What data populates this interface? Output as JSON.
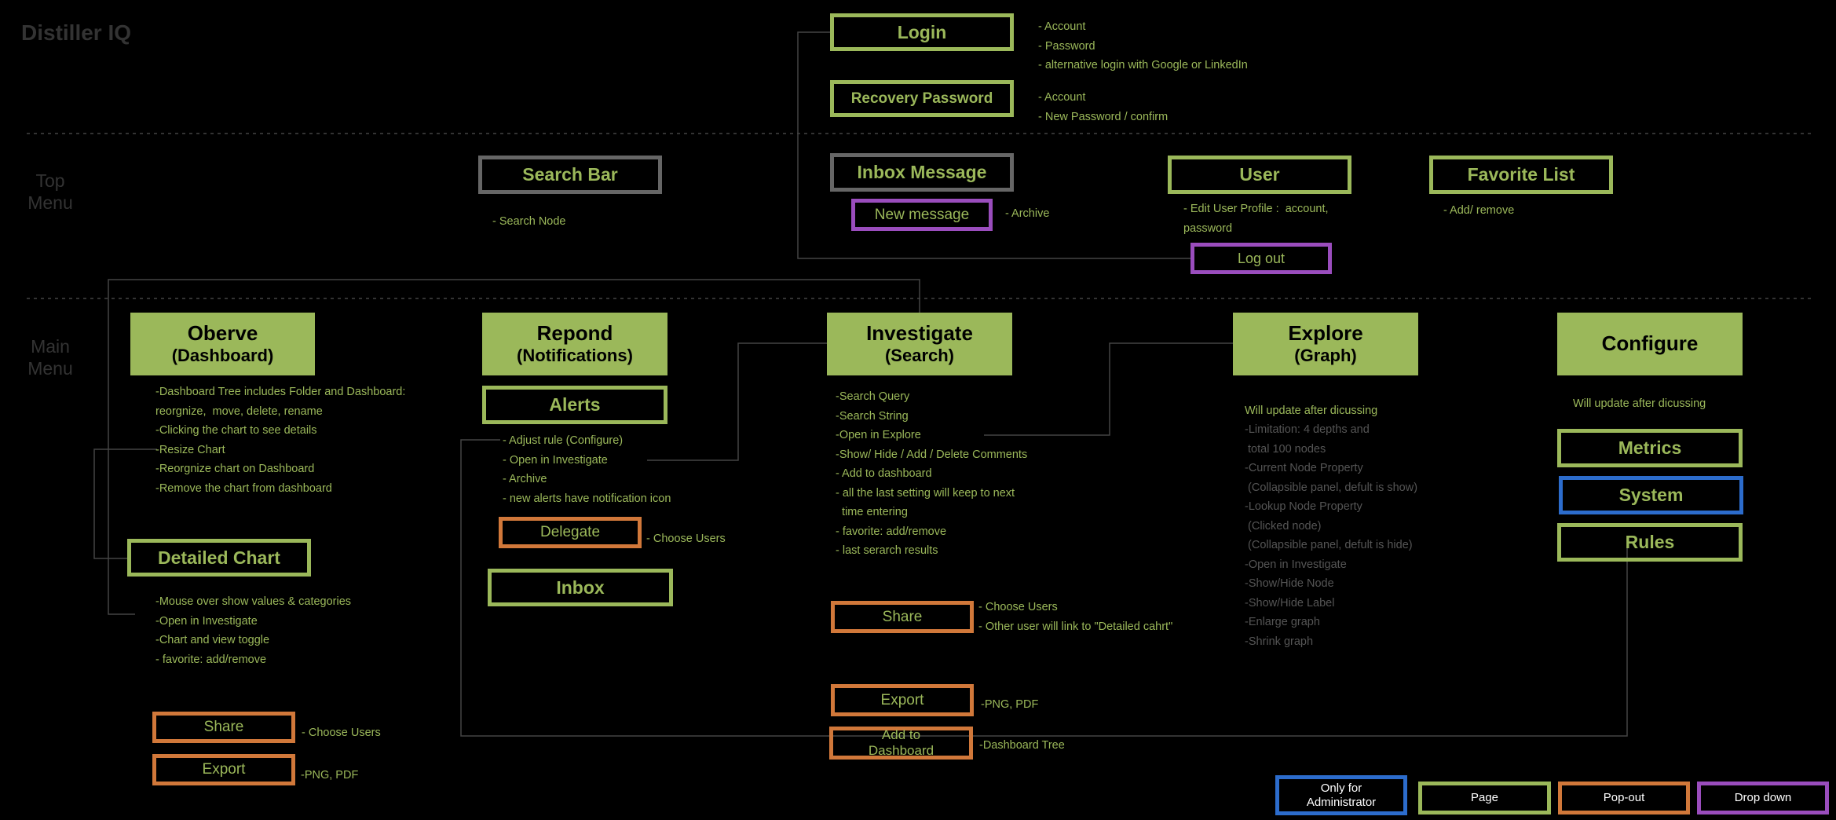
{
  "app_title": "Distiller IQ",
  "sections": {
    "top_menu": "Top\nMenu",
    "main_menu": "Main\nMenu"
  },
  "login": {
    "label": "Login",
    "notes": [
      "- Account",
      "- Password",
      "- alternative login with Google or LinkedIn"
    ]
  },
  "recovery": {
    "label": "Recovery Password",
    "notes": [
      "- Account",
      "- New Password / confirm"
    ]
  },
  "search_bar": {
    "label": "Search Bar",
    "note": "- Search Node"
  },
  "inbox_message": {
    "label": "Inbox Message",
    "new_message": "New message",
    "note": "- Archive"
  },
  "user": {
    "label": "User",
    "notes": [
      "- Edit User Profile :  account,",
      "password"
    ],
    "logout": "Log out"
  },
  "favorite_list": {
    "label": "Favorite List",
    "note": "- Add/ remove"
  },
  "observe": {
    "title": "Oberve",
    "subtitle": "(Dashboard)",
    "notes": [
      "-Dashboard Tree includes Folder and Dashboard:",
      "reorgnize,  move, delete, rename",
      "-Clicking the chart to see details",
      "-Resize Chart",
      "-Reorgnize chart on Dashboard",
      "-Remove the chart from dashboard"
    ],
    "detailed_chart": "Detailed Chart",
    "detailed_notes": [
      "-Mouse over show values & categories",
      "-Open in Investigate",
      "-Chart and view toggle",
      "- favorite: add/remove"
    ],
    "share": "Share",
    "share_note": "- Choose Users",
    "export": "Export",
    "export_note": "-PNG, PDF"
  },
  "respond": {
    "title": "Repond",
    "subtitle": "(Notifications)",
    "alerts": "Alerts",
    "alert_notes": [
      "- Adjust rule (Configure)",
      "- Open in Investigate",
      "- Archive",
      "- new alerts have notification icon"
    ],
    "delegate": "Delegate",
    "delegate_note": "- Choose Users",
    "inbox": "Inbox"
  },
  "investigate": {
    "title": "Investigate",
    "subtitle": "(Search)",
    "notes": [
      "-Search Query",
      "-Search String",
      "-Open in Explore",
      "-Show/ Hide / Add / Delete Comments",
      "- Add to dashboard",
      "- all the last setting will keep to next",
      "  time entering",
      "- favorite: add/remove",
      "- last serarch results"
    ],
    "share": "Share",
    "share_notes": [
      "- Choose Users",
      "- Other user will link to \"Detailed cahrt\""
    ],
    "export": "Export",
    "export_note": "-PNG, PDF",
    "add_dashboard": "Add to\nDashboard",
    "add_dashboard_note": "-Dashboard Tree"
  },
  "explore": {
    "title": "Explore",
    "subtitle": "(Graph)",
    "note_active": "Will update after dicussing",
    "notes_dim": [
      "-Limitation: 4 depths and",
      " total 100 nodes",
      "-Current Node Property",
      " (Collapsible panel, defult is show)",
      "-Lookup Node Property",
      " (Clicked node)",
      " (Collapsible panel, defult is hide)",
      "-Open in Investigate",
      "-Show/Hide Node",
      "-Show/Hide Label",
      "-Enlarge graph",
      "-Shrink graph"
    ]
  },
  "configure": {
    "title": "Configure",
    "note": "Will update after dicussing",
    "metrics": "Metrics",
    "system": "System",
    "rules": "Rules"
  },
  "legend": {
    "admin": "Only for\nAdministrator",
    "page": "Page",
    "popout": "Pop-out",
    "dropdown": "Drop down"
  },
  "colors": {
    "page": "#9bb85a",
    "popout": "#d1783a",
    "dropdown": "#9a4dbd",
    "admin": "#2c6ccc",
    "tbd": "#666666"
  }
}
